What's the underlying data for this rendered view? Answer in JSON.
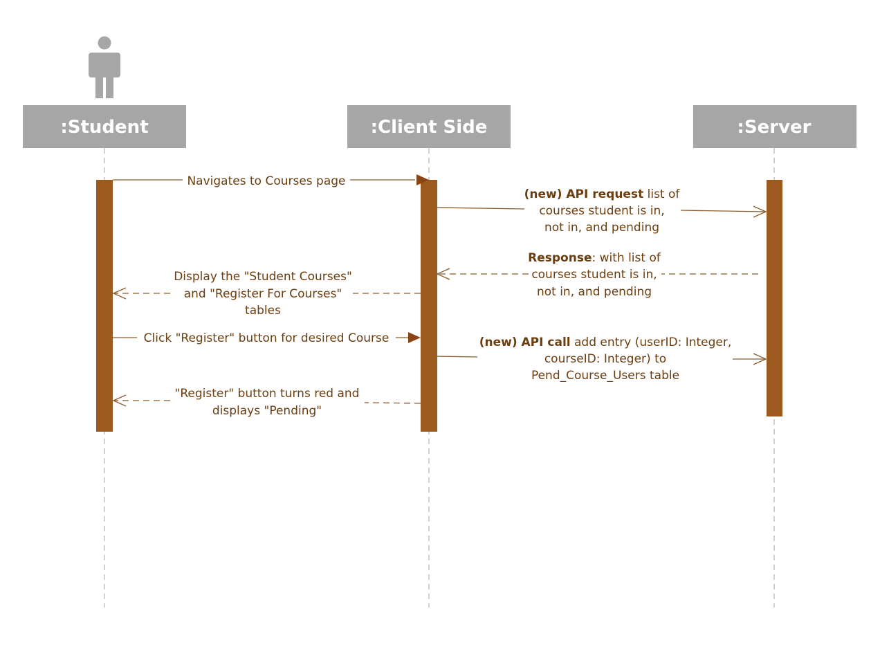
{
  "participants": {
    "student": ":Student",
    "client": ":Client Side",
    "server": ":Server"
  },
  "messages": {
    "m1": {
      "text": "Navigates to Courses page"
    },
    "m2": {
      "line1_bold": "(new) API request",
      "line1_rest": " list of",
      "line2": "courses student is in,",
      "line3": "not in, and pending"
    },
    "m3": {
      "line1_bold": "Response",
      "line1_rest": ": with list of",
      "line2": "courses student is in,",
      "line3": "not in, and pending"
    },
    "m4": {
      "line1": "Display the \"Student Courses\"",
      "line2": "and \"Register For Courses\"",
      "line3": "tables"
    },
    "m5": {
      "text": "Click \"Register\" button for desired Course"
    },
    "m6": {
      "line1_bold": "(new) API call",
      "line1_rest": " add entry (userID: Integer,",
      "line2": "courseID: Integer) to",
      "line3": "Pend_Course_Users table"
    },
    "m7": {
      "line1": "\"Register\" button turns red and",
      "line2": "displays \"Pending\""
    }
  },
  "colors": {
    "participant_fill": "#a6a6a6",
    "activation_fill": "#9c5a1e",
    "message_text": "#6b3d0f",
    "lifeline": "#bfbfbf"
  },
  "icons": {
    "actor": "stick-figure-actor-icon"
  }
}
